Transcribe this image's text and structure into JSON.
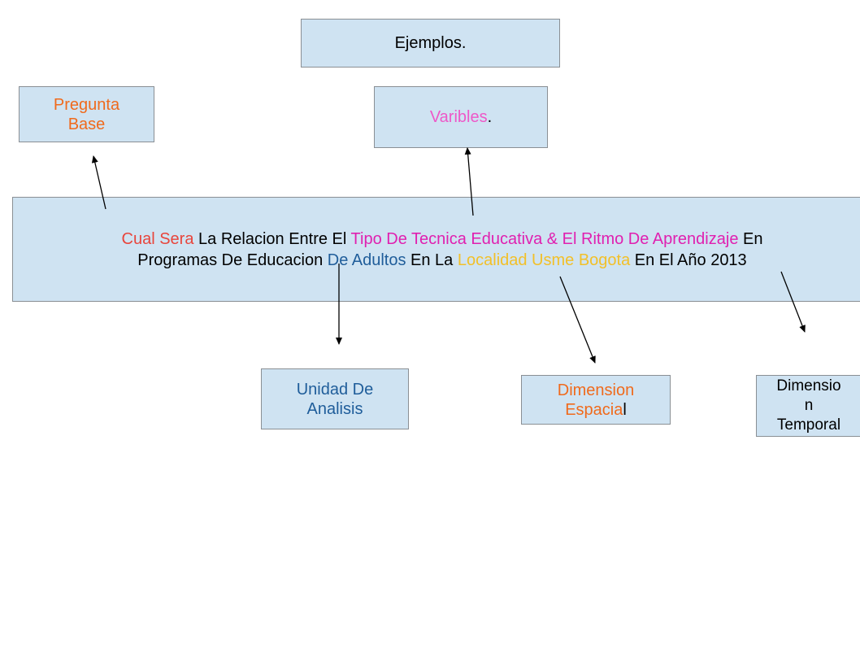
{
  "colors": {
    "orange": "#f06a1c",
    "pink": "#ee58c8",
    "red": "#e8453c",
    "magenta": "#e020b0",
    "blue": "#1f5d9a",
    "yellow": "#f2c029",
    "black": "#000000"
  },
  "boxes": {
    "ejemplos": "Ejemplos.",
    "pregunta_line1": "Pregunta",
    "pregunta_line2": "Base",
    "varibles_word": "Varibles",
    "varibles_dot": ".",
    "unidad_line1": "Unidad De",
    "unidad_line2": "Analisis",
    "espacial_line1": "Dimension",
    "espacial_line2_a": "Espacia",
    "espacial_line2_b": "l",
    "temporal_line1": "Dimensio",
    "temporal_line2": "n",
    "temporal_line3": "Temporal"
  },
  "question": {
    "s1": "Cual Sera",
    "s2": " La Relacion Entre El ",
    "s3": "Tipo De Tecnica Educativa & El Ritmo De Aprendizaje",
    "s4": " En",
    "s5": "Programas De Educacion ",
    "s6": "De Adultos",
    "s7": " En La ",
    "s8": "Localidad Usme Bogota",
    "s9": " En El Año 2013"
  }
}
